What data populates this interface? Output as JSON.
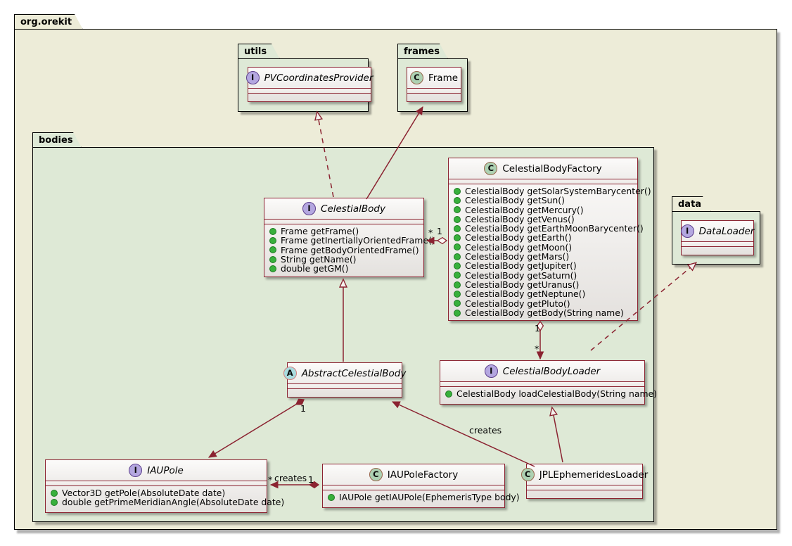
{
  "diagram": {
    "type": "uml-class-diagram",
    "colors": {
      "outer_package_fill": "#EDECD8",
      "inner_package_fill": "#DEE9D6",
      "class_border": "#8B2331",
      "class_fill_top": "#FCFBFA",
      "class_fill_bottom": "#E4E1DE",
      "edge": "#8B2331",
      "package_border": "#000000",
      "interface_icon": "#B4A7E0",
      "class_icon": "#ADD1B2",
      "abstract_icon": "#A9DCDF",
      "public_marker": "#38B03C"
    }
  },
  "packages": [
    {
      "id": "org-orekit",
      "label": "org.orekit"
    },
    {
      "id": "utils",
      "label": "utils"
    },
    {
      "id": "frames",
      "label": "frames"
    },
    {
      "id": "bodies",
      "label": "bodies"
    },
    {
      "id": "data",
      "label": "data"
    }
  ],
  "classes": {
    "pvcoordinatesprovider": {
      "name": "PVCoordinatesProvider",
      "stereotype": "I",
      "stereotype_label": "interface",
      "italic": true,
      "members": []
    },
    "frame": {
      "name": "Frame",
      "stereotype": "C",
      "stereotype_label": "class",
      "italic": false,
      "members": []
    },
    "celestialbody": {
      "name": "CelestialBody",
      "stereotype": "I",
      "stereotype_label": "interface",
      "italic": true,
      "members": [
        "Frame getFrame()",
        "Frame getInertiallyOrientedFrame()",
        "Frame getBodyOrientedFrame()",
        "String getName()",
        "double getGM()"
      ]
    },
    "celestialbodyfactory": {
      "name": "CelestialBodyFactory",
      "stereotype": "C",
      "stereotype_label": "class",
      "italic": false,
      "members": [
        "CelestialBody getSolarSystemBarycenter()",
        "CelestialBody getSun()",
        "CelestialBody getMercury()",
        "CelestialBody getVenus()",
        "CelestialBody getEarthMoonBarycenter()",
        "CelestialBody getEarth()",
        "CelestialBody getMoon()",
        "CelestialBody getMars()",
        "CelestialBody getJupiter()",
        "CelestialBody getSaturn()",
        "CelestialBody getUranus()",
        "CelestialBody getNeptune()",
        "CelestialBody getPluto()",
        "CelestialBody getBody(String name)"
      ]
    },
    "dataloader": {
      "name": "DataLoader",
      "stereotype": "I",
      "stereotype_label": "interface",
      "italic": true,
      "members": []
    },
    "abstractcelestialbody": {
      "name": "AbstractCelestialBody",
      "stereotype": "A",
      "stereotype_label": "abstract class",
      "italic": true,
      "members": []
    },
    "celestialbodyloader": {
      "name": "CelestialBodyLoader",
      "stereotype": "I",
      "stereotype_label": "interface",
      "italic": true,
      "members": [
        "CelestialBody loadCelestialBody(String name)"
      ]
    },
    "iaupole": {
      "name": "IAUPole",
      "stereotype": "I",
      "stereotype_label": "interface",
      "italic": true,
      "members": [
        "Vector3D getPole(AbsoluteDate date)",
        "double getPrimeMeridianAngle(AbsoluteDate date)"
      ]
    },
    "iaupolefactory": {
      "name": "IAUPoleFactory",
      "stereotype": "C",
      "stereotype_label": "class",
      "italic": false,
      "members": [
        "IAUPole getIAUPole(EphemerisType body)"
      ]
    },
    "jplephemeridesloader": {
      "name": "JPLEphemeridesLoader",
      "stereotype": "C",
      "stereotype_label": "class",
      "italic": false,
      "members": []
    }
  },
  "edges": {
    "celestialbody_implements_pv": {
      "kind": "realization",
      "label": ""
    },
    "celestialbody_uses_frame": {
      "kind": "association",
      "label": ""
    },
    "factory_aggregates_body": {
      "kind": "aggregation",
      "label": "",
      "source_mult": "1",
      "target_mult": "*"
    },
    "factory_aggregates_loader": {
      "kind": "aggregation",
      "label": "",
      "source_mult": "1",
      "target_mult": "*"
    },
    "abstract_extends_body": {
      "kind": "generalization",
      "label": ""
    },
    "abstract_uses_iaupole": {
      "kind": "association",
      "label": "",
      "source_mult": "1"
    },
    "jpl_implements_loader": {
      "kind": "realization",
      "label": ""
    },
    "jpl_implements_dataloader": {
      "kind": "realization",
      "label": ""
    },
    "jpl_creates_abstract": {
      "kind": "association",
      "label": "creates"
    },
    "iaupolefactory_creates_iaupole": {
      "kind": "association",
      "label": "creates",
      "source_mult": "1",
      "target_mult": "*"
    }
  },
  "multiplicities": {
    "body_factory_star": "*",
    "body_factory_one": "1",
    "factory_loader_one": "1",
    "factory_loader_star": "*",
    "abstract_iaupole_one": "1",
    "iaupole_star": "*",
    "iaupolefactory_one": "1"
  },
  "labels": {
    "creates_jpl": "creates",
    "creates_iaupole": "creates"
  }
}
